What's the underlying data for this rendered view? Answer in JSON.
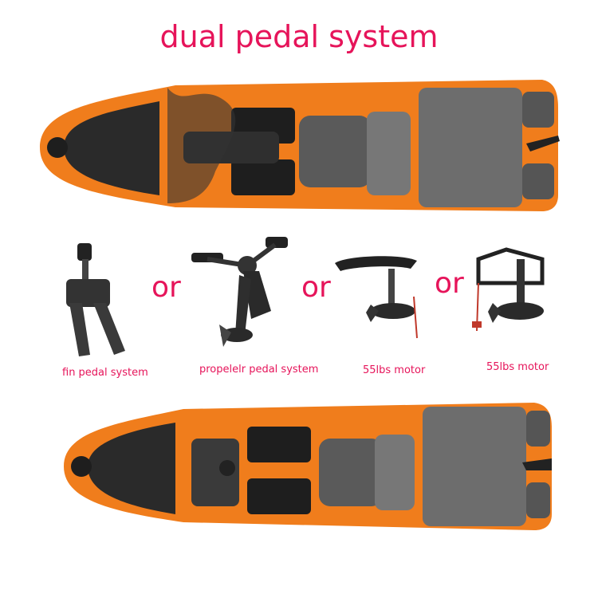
{
  "title": "dual pedal system",
  "options": [
    {
      "caption": "fin pedal system"
    },
    {
      "caption": "propelelr pedal system"
    },
    {
      "caption": "55lbs motor"
    },
    {
      "caption": "55lbs motor"
    }
  ],
  "separator": "or",
  "colors": {
    "title_text": "#e6145a",
    "hull_orange": "#f07d1c",
    "deck_black": "#2a2a2a",
    "tank_gray": "#6d6d6d"
  }
}
